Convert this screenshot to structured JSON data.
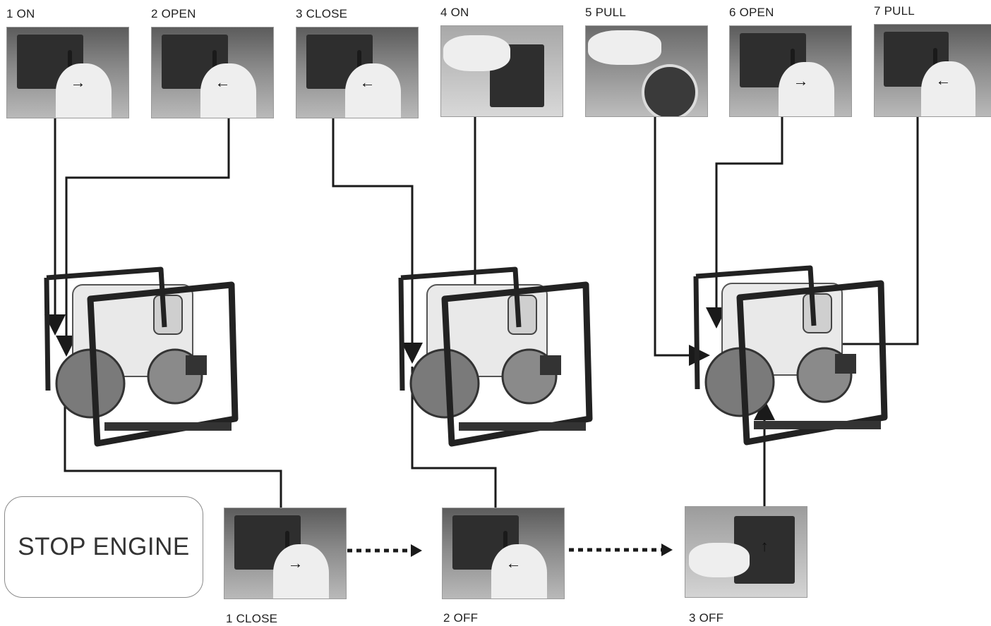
{
  "start_steps": [
    {
      "label": "1 ON",
      "icon": "fuel-valve-on-photo"
    },
    {
      "label": "2 OPEN",
      "icon": "choke-open-photo"
    },
    {
      "label": "3 CLOSE",
      "icon": "choke-close-photo"
    },
    {
      "label": "4 ON",
      "icon": "engine-switch-on-photo"
    },
    {
      "label": "5 PULL",
      "icon": "recoil-starter-pull-photo"
    },
    {
      "label": "6 OPEN",
      "icon": "choke-open-photo"
    },
    {
      "label": "7 PULL",
      "icon": "throttle-pull-photo"
    }
  ],
  "stop_title": "STOP ENGINE",
  "stop_steps": [
    {
      "label": "1 CLOSE",
      "icon": "throttle-close-photo"
    },
    {
      "label": "2 OFF",
      "icon": "fuel-valve-off-photo"
    },
    {
      "label": "3 OFF",
      "icon": "engine-switch-off-photo"
    }
  ],
  "colors": {
    "line": "#1a1a1a",
    "frame": "#222222",
    "engine": "#e9e9e9",
    "pump_body": "#7a7a7a"
  }
}
